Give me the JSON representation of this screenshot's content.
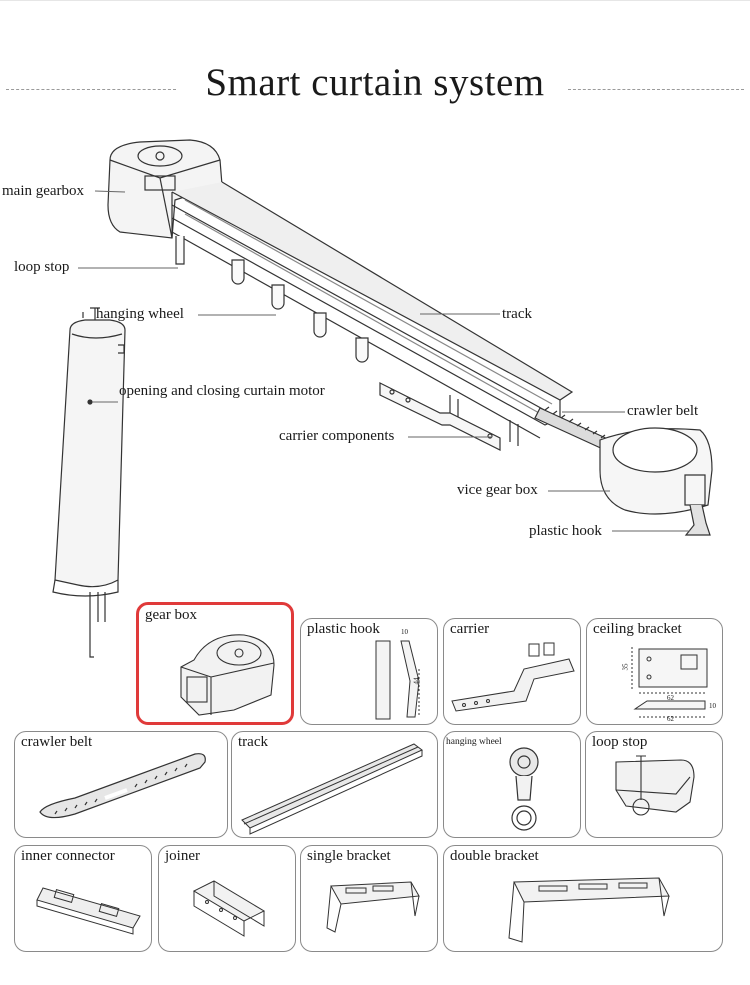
{
  "title": "Smart curtain system",
  "callouts": {
    "main_gearbox": "main gearbox",
    "loop_stop": "loop stop",
    "hanging_wheel": "hanging wheel",
    "track": "track",
    "motor": "opening and closing curtain motor",
    "crawler_belt": "crawler belt",
    "carrier_components": "carrier components",
    "vice_gear_box": "vice gear box",
    "plastic_hook": "plastic hook"
  },
  "parts": [
    {
      "label": "gear box",
      "selected": true
    },
    {
      "label": "plastic hook",
      "selected": false
    },
    {
      "label": "carrier",
      "selected": false
    },
    {
      "label": "ceiling bracket",
      "selected": false
    },
    {
      "label": "crawler belt",
      "selected": false
    },
    {
      "label": "track",
      "selected": false
    },
    {
      "label": "hanging wheel",
      "selected": false
    },
    {
      "label": "loop stop",
      "selected": false
    },
    {
      "label": "inner connector",
      "selected": false
    },
    {
      "label": "joiner",
      "selected": false
    },
    {
      "label": "single bracket",
      "selected": false
    },
    {
      "label": "double bracket",
      "selected": false
    }
  ],
  "dimensions": {
    "plastic_hook_width": "10",
    "plastic_hook_height": "44",
    "ceiling_bracket_height": "35",
    "ceiling_bracket_width": "62",
    "ceiling_bracket_width2": "62",
    "ceiling_bracket_side": "10"
  },
  "colors": {
    "selected_border": "#e03a3a",
    "card_border": "#8a8a8a"
  }
}
